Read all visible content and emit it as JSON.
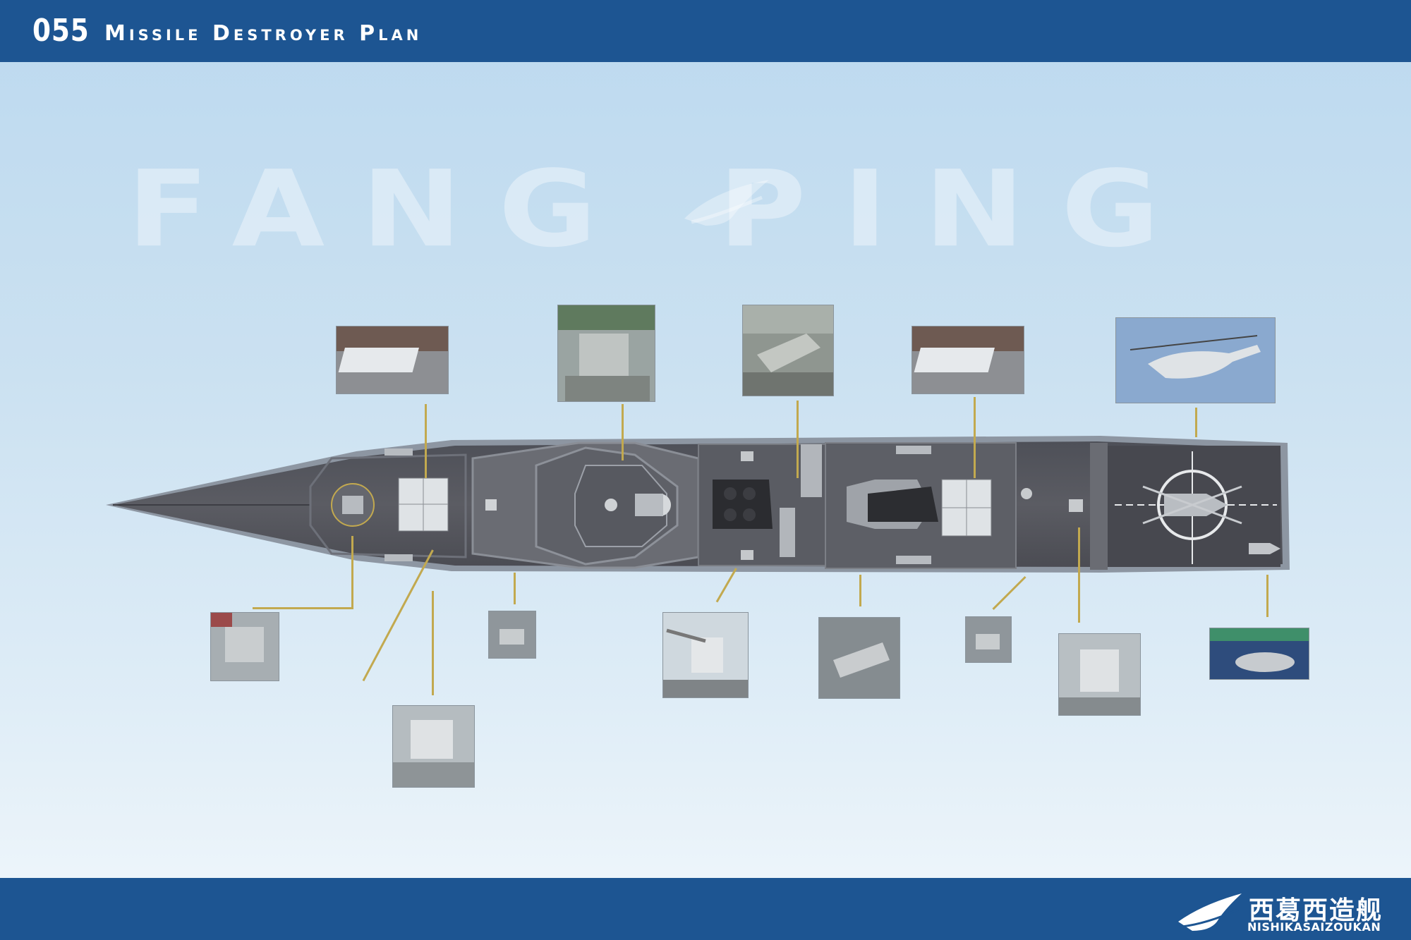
{
  "header": {
    "number": "055",
    "title": "Missile Destroyer Plan"
  },
  "watermark": {
    "left": "FANG",
    "right": "PING"
  },
  "footer": {
    "logo_cn": "西葛西造舰",
    "logo_en": "NISHIKASAIZOUKAN"
  },
  "photos": [
    {
      "name": "forward-vls-photo",
      "subject": "vertical launch cells"
    },
    {
      "name": "bridge-mast-photo",
      "subject": "integrated mast"
    },
    {
      "name": "launcher-photo",
      "subject": "launcher"
    },
    {
      "name": "aft-vls-photo",
      "subject": "vertical launch cells"
    },
    {
      "name": "helicopter-photo",
      "subject": "helicopter"
    },
    {
      "name": "main-gun-photo",
      "subject": "main gun"
    },
    {
      "name": "forward-ciws-photo",
      "subject": "close-in weapon"
    },
    {
      "name": "small-gun-photo",
      "subject": "small gun"
    },
    {
      "name": "ciws-gun-photo",
      "subject": "close-in weapon system"
    },
    {
      "name": "torpedo-launcher-photo",
      "subject": "torpedo launcher"
    },
    {
      "name": "aft-small-gun-photo",
      "subject": "small gun"
    },
    {
      "name": "aft-ciws-photo",
      "subject": "close-in weapon"
    },
    {
      "name": "uav-photo",
      "subject": "unmanned helicopter"
    }
  ],
  "colors": {
    "header_bar": "#1d5592",
    "leader_line": "#c2a94f",
    "deck": "#55565d",
    "hull_edge": "#8d96a2"
  }
}
